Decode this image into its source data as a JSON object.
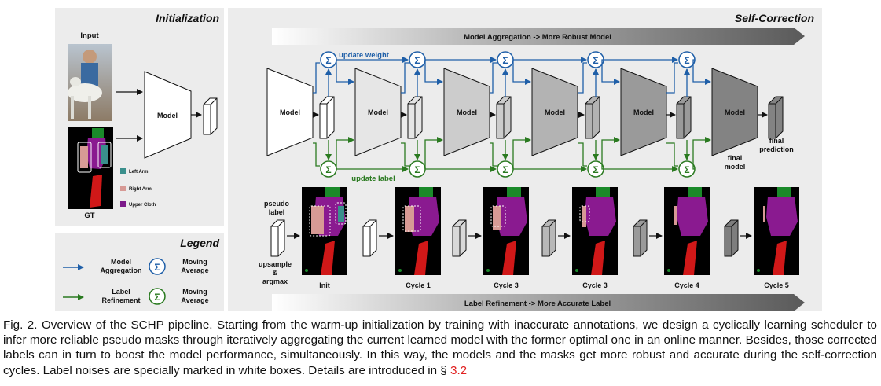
{
  "panels": {
    "initialization": "Initialization",
    "self_correction": "Self-Correction",
    "legend": "Legend"
  },
  "init": {
    "input_label": "Input",
    "gt_label": "GT",
    "model_label": "Model",
    "classes": [
      {
        "name": "Left Arm",
        "color": "#3a8f8c"
      },
      {
        "name": "Right Arm",
        "color": "#d79a95"
      },
      {
        "name": "Upper Cloth",
        "color": "#7c1a8a"
      }
    ]
  },
  "legend": {
    "items": [
      {
        "line1": "Model",
        "line2": "Aggregation",
        "color": "#1f5fa8",
        "sym_line1": "Moving",
        "sym_line2": "Average"
      },
      {
        "line1": "Label",
        "line2": "Refinement",
        "color": "#2a7a20",
        "sym_line1": "Moving",
        "sym_line2": "Average"
      }
    ],
    "sigma": "Σ"
  },
  "self_correction": {
    "top_banner": "Model Aggregation -> More Robust Model",
    "bottom_banner": "Label Refinement -> More Accurate Label",
    "update_weight": "update weight",
    "update_label": "update label",
    "model_label": "Model",
    "final_model_l1": "final",
    "final_model_l2": "model",
    "final_pred_l1": "final",
    "final_pred_l2": "prediction",
    "pseudo_l1": "pseudo",
    "pseudo_l2": "label",
    "upsample_l1": "upsample",
    "upsample_l2": "&",
    "upsample_l3": "argmax",
    "cycle_labels": [
      "Init",
      "Cycle 1",
      "Cycle 3",
      "Cycle 3",
      "Cycle 4",
      "Cycle 5"
    ]
  },
  "colors": {
    "blue": "#1f5fa8",
    "green": "#2a7a20",
    "caption_ref": "#e02020"
  },
  "caption": {
    "text": "Fig. 2. Overview of the SCHP pipeline. Starting from the warm-up initialization by training with inaccurate annotations, we design a cyclically learning scheduler to infer more reliable pseudo masks through iteratively aggregating the current learned model with the former optimal one in an online manner. Besides, those corrected labels can in turn to boost the model performance, simultaneously. In this way, the models and the masks get more robust and accurate during the self-correction cycles. Label noises are specially marked in white boxes. Details are introduced in §",
    "ref": "3.2"
  }
}
